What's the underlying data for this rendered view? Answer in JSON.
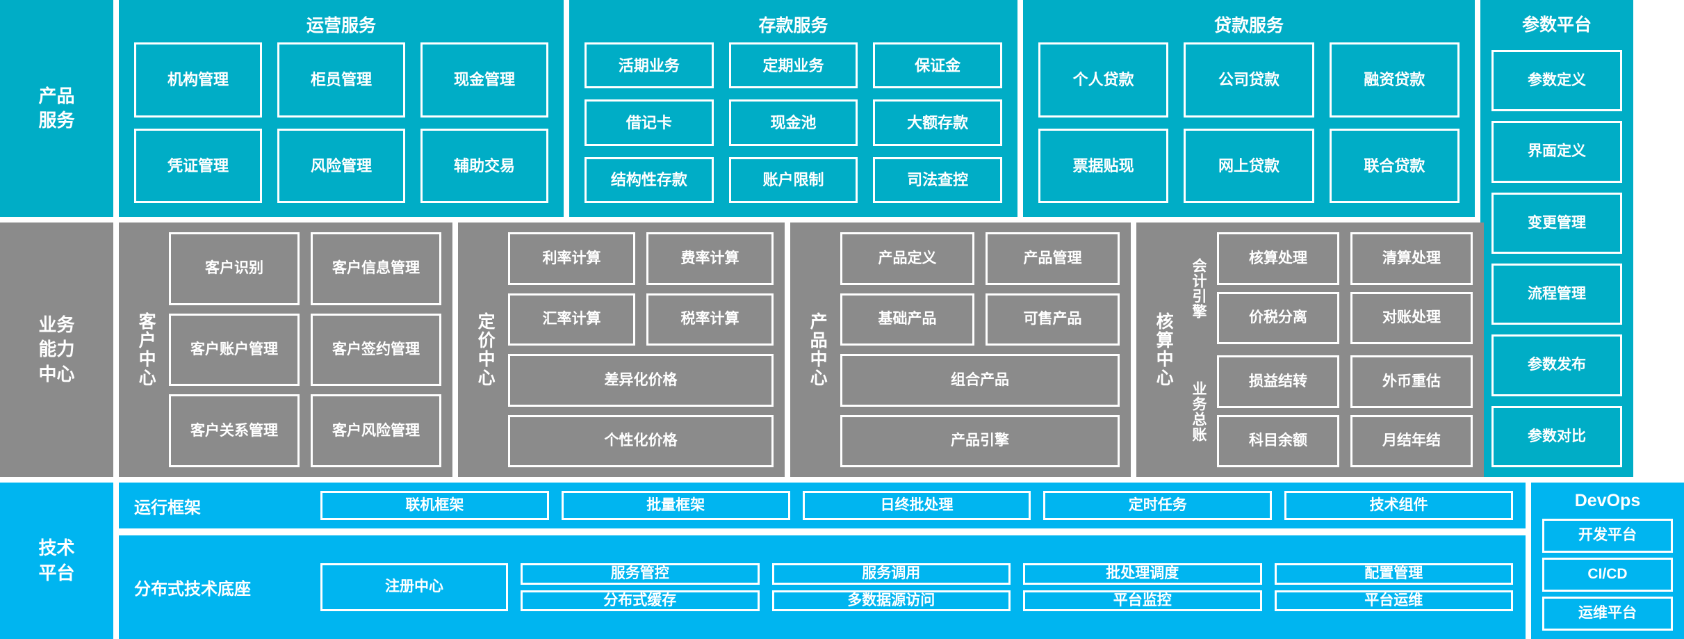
{
  "colors": {
    "teal": "#00ADC6",
    "gray": "#8B8B8B",
    "cyan": "#00B5F0",
    "outline": "#FFFFFF",
    "background": "#FFFFFF"
  },
  "layers": {
    "product_service": {
      "side_label": "产品\n服务",
      "groups": [
        {
          "title": "运营服务",
          "items": [
            "机构管理",
            "柜员管理",
            "现金管理",
            "凭证管理",
            "风险管理",
            "辅助交易"
          ]
        },
        {
          "title": "存款服务",
          "items": [
            "活期业务",
            "定期业务",
            "保证金",
            "借记卡",
            "现金池",
            "大额存款",
            "结构性存款",
            "账户限制",
            "司法查控"
          ]
        },
        {
          "title": "贷款服务",
          "items": [
            "个人贷款",
            "公司贷款",
            "融资贷款",
            "票据贴现",
            "网上贷款",
            "联合贷款"
          ]
        }
      ]
    },
    "business_capability": {
      "side_label": "业务\n能力\n中心",
      "groups": [
        {
          "vlabel": "客户中心",
          "rows": [
            [
              "客户识别",
              "客户信息管理"
            ],
            [
              "客户账户管理",
              "客户签约管理"
            ],
            [
              "客户关系管理",
              "客户风险管理"
            ]
          ]
        },
        {
          "vlabel": "定价中心",
          "rows": [
            [
              "利率计算",
              "费率计算"
            ],
            [
              "汇率计算",
              "税率计算"
            ],
            [
              "差异化价格"
            ],
            [
              "个性化价格"
            ]
          ]
        },
        {
          "vlabel": "产品中心",
          "rows": [
            [
              "产品定义",
              "产品管理"
            ],
            [
              "基础产品",
              "可售产品"
            ],
            [
              "组合产品"
            ],
            [
              "产品引擎"
            ]
          ]
        },
        {
          "vlabel": "核算中心",
          "subgroups": [
            {
              "vlabel": "会计引擎",
              "items": [
                "核算处理",
                "清算处理",
                "价税分离",
                "对账处理"
              ]
            },
            {
              "vlabel": "业务总账",
              "items": [
                "损益结转",
                "外币重估",
                "科目余额",
                "月结年结"
              ]
            }
          ]
        }
      ]
    },
    "technology_platform": {
      "side_label": "技术\n平台",
      "strips": [
        {
          "label": "运行框架",
          "items": [
            "联机框架",
            "批量框架",
            "日终批处理",
            "定时任务",
            "技术组件"
          ]
        },
        {
          "label": "分布式技术底座",
          "primary": "注册中心",
          "columns": [
            [
              "服务管控",
              "分布式缓存"
            ],
            [
              "服务调用",
              "多数据源访问"
            ],
            [
              "批处理调度",
              "平台监控"
            ],
            [
              "配置管理",
              "平台运维"
            ]
          ]
        }
      ]
    }
  },
  "right_rail": {
    "param_platform": {
      "title": "参数平台",
      "items": [
        "参数定义",
        "界面定义",
        "变更管理",
        "流程管理",
        "参数发布",
        "参数对比"
      ]
    },
    "devops": {
      "title": "DevOps",
      "items": [
        "开发平台",
        "CI/CD",
        "运维平台"
      ]
    }
  }
}
